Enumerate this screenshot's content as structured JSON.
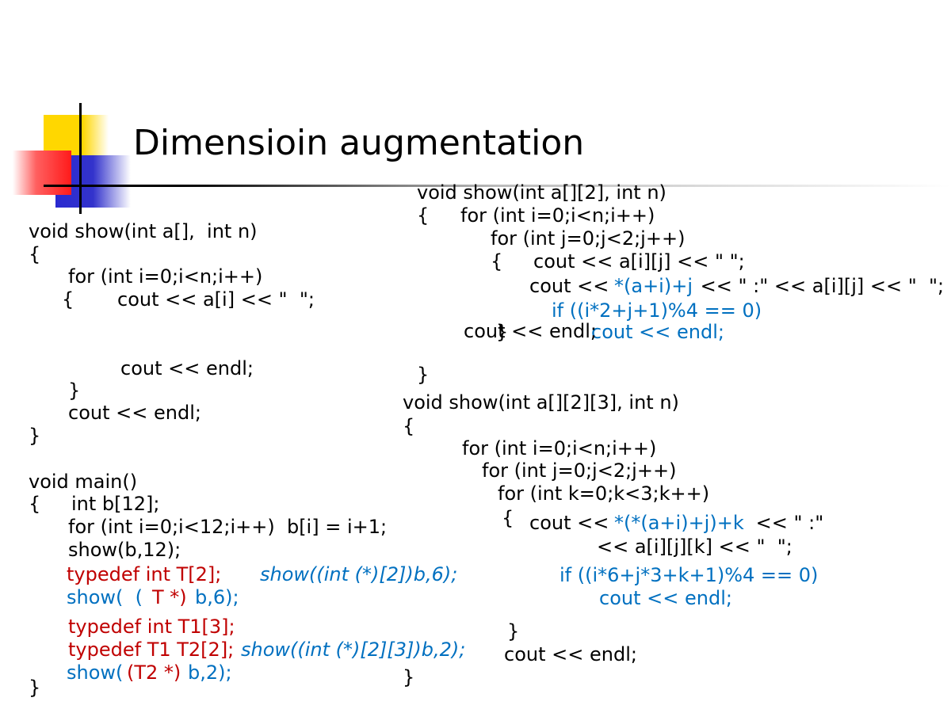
{
  "title": "Dimensioin augmentation",
  "colors": {
    "red": "#c00000",
    "blue": "#0070c0",
    "yellow": "#ffd700",
    "deco_blue": "#3333cc",
    "deco_red": "#ff2020"
  },
  "left": {
    "l1": "void show(int a[],  int n)",
    "l2": "{",
    "l3": "for (int i=0;i<n;i++)",
    "l4a": "{",
    "l4b": "cout << a[i] << \"  \";",
    "l5": "cout << endl;",
    "l6": "}",
    "l7": "cout << endl;",
    "l8": "}",
    "m1": "void main()",
    "m2a": "{",
    "m2b": "int b[12];",
    "m3": "for (int i=0;i<12;i++)  b[i] = i+1;",
    "m4": "show(b,12);",
    "m5": "typedef int T[2];",
    "m5b": "show((int (*)[2])b,6);",
    "m6a": "show(  (",
    "m6b": "T *)",
    "m6c": "b,6);",
    "m7": "typedef int T1[3];",
    "m8": "typedef T1 T2[2];",
    "m8b": "show((int (*)[2][3])b,2);",
    "m9a": "show(",
    "m9b": "(T2 *)",
    "m9c": "b,2);",
    "m10": "}"
  },
  "right_top": {
    "r1": "void show(int a[][2], int n)",
    "r2a": "{",
    "r2b": "for (int i=0;i<n;i++)",
    "r3": "for (int j=0;j<2;j++)",
    "r4a": "{",
    "r4b": "cout << a[i][j] << \" \";",
    "r5a": "cout << ",
    "r5b": "*(a+i)+j",
    "r5c": " << \" :\" << a[i][j] << \"  \";",
    "r6": "if ((i*2+j+1)%4 == 0)",
    "r7a": "}",
    "r7b": "cout << endl;",
    "r8": "cout << endl;",
    "r9": "}"
  },
  "right_bottom": {
    "s1": "void show(int a[][2][3], int n)",
    "s2": "{",
    "s3": "for (int i=0;i<n;i++)",
    "s4": "for (int j=0;j<2;j++)",
    "s5": "for (int k=0;k<3;k++)",
    "s6a": "{",
    "s6b": "cout << ",
    "s6c": "*(*(a+i)+j)+k",
    "s6d": " << \" :\"",
    "s7": "<< a[i][j][k] << \"  \";",
    "s8": "if ((i*6+j*3+k+1)%4 == 0)",
    "s9": "cout << endl;",
    "s10": "}",
    "s11": "cout << endl;",
    "s12": "}"
  }
}
